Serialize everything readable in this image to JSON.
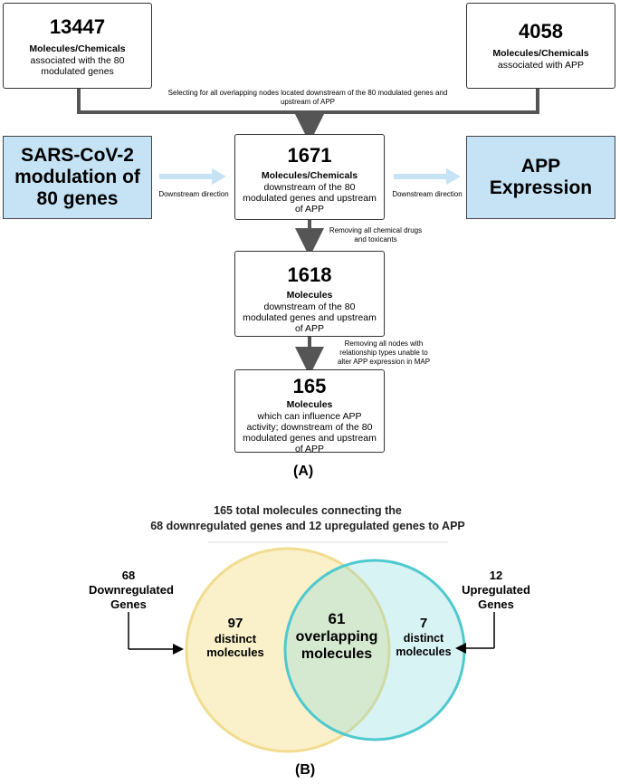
{
  "top_left": {
    "count": "13447",
    "title": "Molecules/Chemicals",
    "desc": "associated with the 80 modulated genes"
  },
  "top_right": {
    "count": "4058",
    "title": "Molecules/Chemicals",
    "desc": "associated with APP"
  },
  "merge_note": "Selecting for all overlapping nodes located downstream of the 80 modulated genes and upstream of APP",
  "source_box": "SARS-CoV-2 modulation of 80 genes",
  "target_box": "APP Expression",
  "left_dir": "Downstream direction",
  "right_dir": "Downstream direction",
  "step1": {
    "count": "1671",
    "title": "Molecules/Chemicals",
    "desc": "downstream of the 80 modulated genes and upstream of APP"
  },
  "note1": "Removing all chemical drugs and toxicants",
  "step2": {
    "count": "1618",
    "title": "Molecules",
    "desc": "downstream of the 80 modulated genes and upstream of APP"
  },
  "note2": "Removing all nodes with relationship types unable to alter APP expression in MAP",
  "step3": {
    "count": "165",
    "title": "Molecules",
    "desc": "which can influence APP activity; downstream of the 80 modulated genes and upstream of APP"
  },
  "label_a": "(A)",
  "venn": {
    "title_line1": "165 total molecules connecting the",
    "title_line2": "68 downregulated genes and 12 upregulated genes to APP",
    "left_count": "68",
    "left_label": "Downregulated Genes",
    "right_count": "12",
    "right_label": "Upregulated Genes",
    "left_only_n": "97",
    "left_only_text": "distinct molecules",
    "overlap_n": "61",
    "overlap_text": "overlapping molecules",
    "right_only_n": "7",
    "right_only_text": "distinct molecules",
    "colors": {
      "left": "#f6e7a6",
      "right": "#7fd6da",
      "left_stroke": "#f3df92",
      "right_stroke": "#4ec9cf"
    }
  },
  "label_b": "(B)"
}
